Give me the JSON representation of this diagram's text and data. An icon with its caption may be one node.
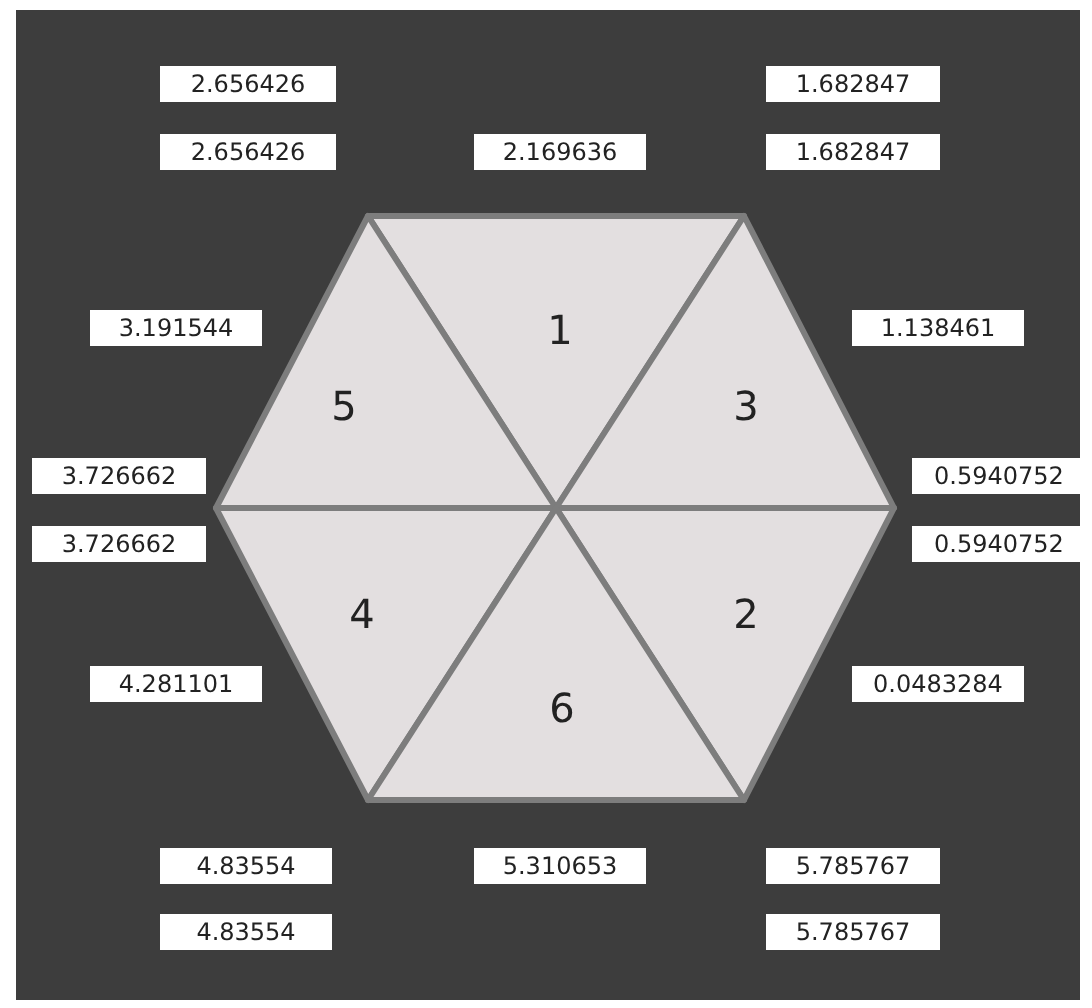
{
  "diagram": {
    "nodes": [
      {
        "text": [
          "1"
        ]
      },
      {
        "text": [
          "5"
        ]
      },
      {
        "text": [
          "3"
        ]
      },
      {
        "text": [
          "4"
        ]
      },
      {
        "text": [
          "2"
        ]
      },
      {
        "text": [
          "6"
        ]
      }
    ],
    "labels": [
      "2.656426",
      "1.682847",
      "2.656426",
      "2.169636",
      "1.682847",
      "3.191544",
      "1.138461",
      "3.726662",
      "0.5940752",
      "3.726662",
      "0.5940752",
      "4.281101",
      "0.0483284",
      "4.83554",
      "5.310653",
      "5.785767",
      "4.83554",
      "5.785767"
    ]
  }
}
